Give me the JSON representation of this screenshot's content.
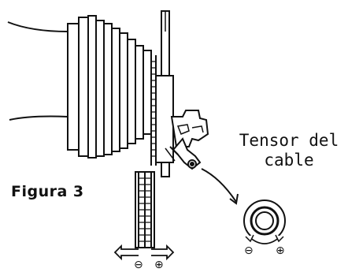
{
  "figure": {
    "label": "Figura 3"
  },
  "callout": {
    "line1": "Tensor del",
    "line2": "cable"
  },
  "adjuster": {
    "minus_symbol": "⊖",
    "plus_symbol": "⊕"
  },
  "chain": {
    "minus_symbol": "⊖",
    "plus_symbol": "⊕"
  },
  "colors": {
    "ink": "#111111",
    "background": "#ffffff"
  }
}
